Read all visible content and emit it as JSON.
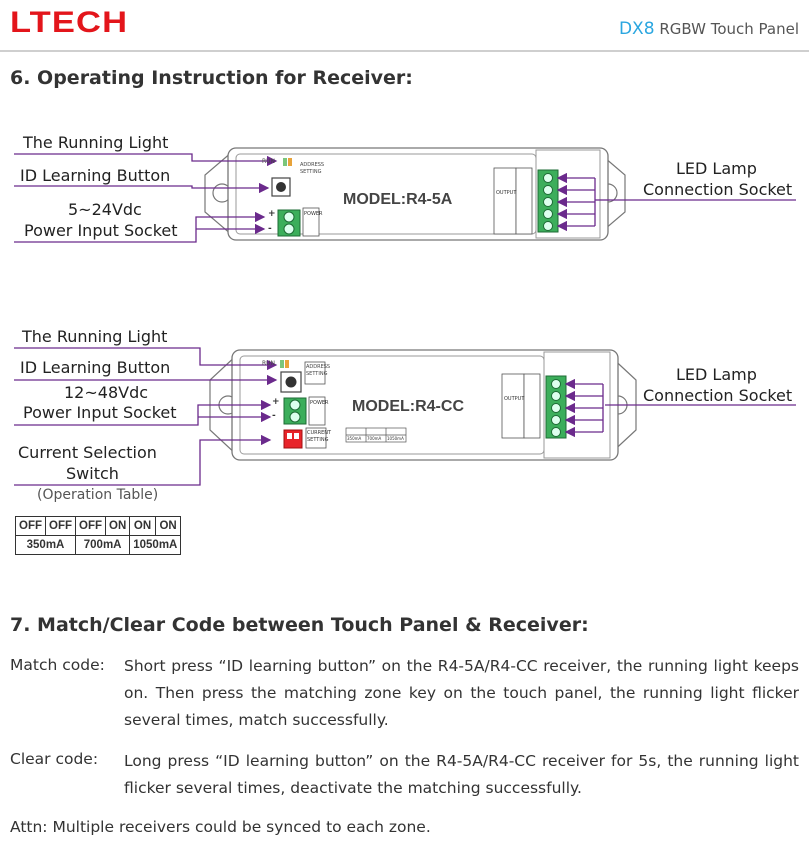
{
  "header": {
    "brand": "LTECH",
    "product_model": "DX8",
    "product_name": "RGBW Touch Panel"
  },
  "section6": {
    "title": "6. Operating Instruction for Receiver:",
    "diagram1": {
      "running_light": "The Running Light",
      "id_button": "ID Learning Button",
      "voltage": "5~24Vdc",
      "power_socket": "Power Input Socket",
      "led_lamp": "LED Lamp",
      "connection_socket": "Connection Socket",
      "model": "MODEL:R4-5A",
      "run_text": "RUN",
      "addr_text": "ADDRESS SETTING",
      "power_text": "POWER",
      "output_text": "OUTPUT",
      "plus": "+",
      "minus": "-"
    },
    "diagram2": {
      "running_light": "The Running Light",
      "id_button": "ID Learning Button",
      "voltage": "12~48Vdc",
      "power_socket": "Power Input Socket",
      "current_switch_1": "Current Selection",
      "current_switch_2": "Switch",
      "operation_table": "(Operation Table)",
      "led_lamp": "LED Lamp",
      "connection_socket": "Connection Socket",
      "model": "MODEL:R4-CC",
      "run_text": "RUN",
      "addr_text": "ADDRESS SETTING",
      "power_text": "POWER",
      "output_text": "OUTPUT",
      "current_text": "CURRENT SETTING",
      "plus": "+",
      "minus": "-",
      "mini_currents": [
        "350mA",
        "700mA",
        "1050mA"
      ]
    },
    "table": {
      "switch_states": [
        "OFF",
        "OFF",
        "OFF",
        "ON",
        "ON",
        "ON"
      ],
      "currents": [
        "350mA",
        "700mA",
        "1050mA"
      ]
    }
  },
  "section7": {
    "title": "7. Match/Clear Code between Touch Panel & Receiver:",
    "match_label": "Match code:",
    "match_text": "Short press “ID learning button” on the R4-5A/R4-CC receiver, the running light keeps on. Then press the matching zone key on the touch panel, the running light flicker several times, match successfully.",
    "clear_label": "Clear code:",
    "clear_text": "Long press “ID learning button” on the R4-5A/R4-CC receiver for 5s, the running light flicker several times, deactivate the matching successfully.",
    "attn": "Attn: Multiple receivers could be synced to each zone."
  },
  "colors": {
    "brand_red": "#e3151b",
    "accent_blue": "#2aa6e0",
    "callout_purple": "#6b2a8c",
    "terminal_green": "#3cae5b",
    "switch_red": "#e8242a"
  }
}
